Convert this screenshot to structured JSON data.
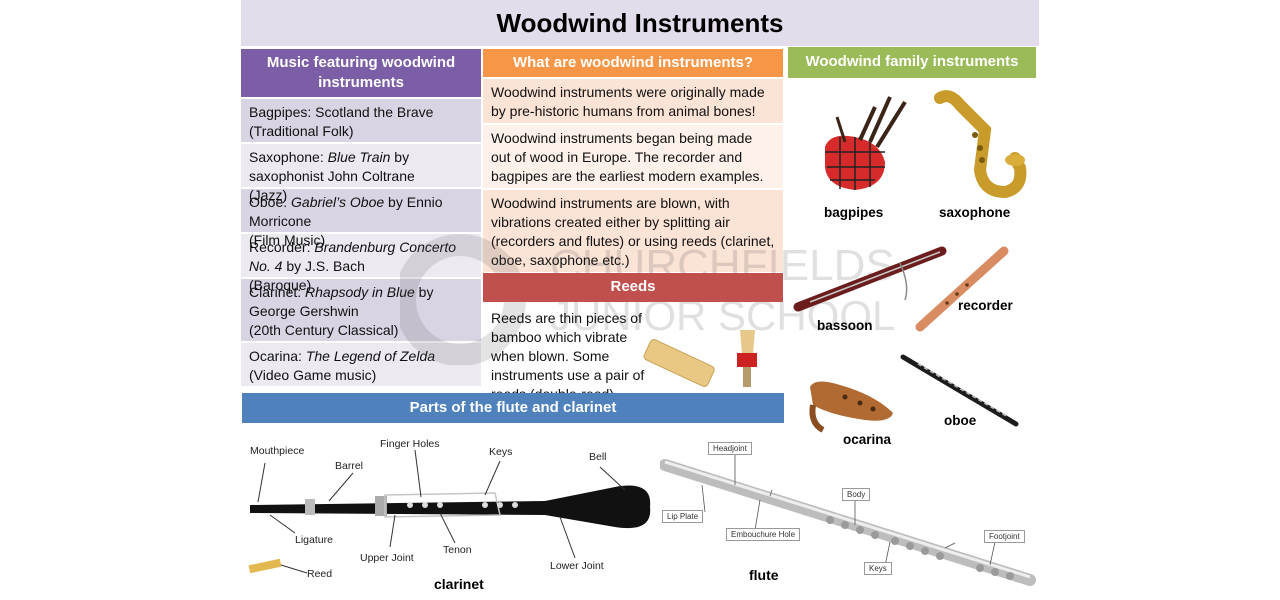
{
  "title": "Woodwind Instruments",
  "music": {
    "header": "Music featuring woodwind instruments",
    "items": [
      {
        "instrument": "Bagpipes:",
        "work": "Scotland the Brave",
        "italic": false,
        "by": "",
        "genre": "(Traditional Folk)"
      },
      {
        "instrument": "Saxophone:",
        "work": "Blue Train",
        "italic": true,
        "by": "by saxophonist John Coltrane",
        "genre": "(Jazz)"
      },
      {
        "instrument": "Oboe:",
        "work": "Gabriel’s Oboe",
        "italic": true,
        "by": "by Ennio Morricone",
        "genre": "(Film Music)"
      },
      {
        "instrument": "Recorder:",
        "work": "Brandenburg Concerto No. 4",
        "italic": true,
        "by": "by J.S. Bach",
        "genre": "(Baroque)"
      },
      {
        "instrument": "Clarinet:",
        "work": "Rhapsody in Blue",
        "italic": true,
        "by": "by George Gershwin",
        "genre": "(20th Century Classical)"
      },
      {
        "instrument": "Ocarina:",
        "work": "The Legend of Zelda",
        "italic": true,
        "by": "",
        "genre": "(Video Game music)"
      }
    ]
  },
  "what": {
    "header": "What are woodwind instruments?",
    "p1": "Woodwind instruments were originally made by pre-historic humans from animal bones!",
    "p2": "Woodwind instruments began being made out of wood in Europe. The recorder and bagpipes are the earliest modern examples.",
    "p3": "Woodwind instruments are blown, with vibrations created either by splitting air (recorders and flutes) or using reeds (clarinet, oboe, saxophone etc.)"
  },
  "reeds": {
    "header": "Reeds",
    "text": "Reeds are thin pieces of bamboo which vibrate when blown. Some instruments use a pair of reeds (double-reed)."
  },
  "family": {
    "header": "Woodwind  family instruments",
    "labels": {
      "bagpipes": "bagpipes",
      "saxophone": "saxophone",
      "bassoon": "bassoon",
      "recorder": "recorder",
      "ocarina": "ocarina",
      "oboe": "oboe"
    }
  },
  "parts": {
    "header": "Parts of the flute and clarinet",
    "clarinet_label": "clarinet",
    "flute_label": "flute",
    "clarinet_parts": {
      "mouthpiece": "Mouthpiece",
      "barrel": "Barrel",
      "finger_holes": "Finger Holes",
      "keys": "Keys",
      "bell": "Bell",
      "ligature": "Ligature",
      "upper_joint": "Upper Joint",
      "tenon": "Tenon",
      "lower_joint": "Lower Joint",
      "reed": "Reed"
    },
    "flute_parts": {
      "headjoint": "Headjoint",
      "body": "Body",
      "lip_plate": "Lip Plate",
      "embouchure_hole": "Embouchure Hole",
      "footjoint": "Footjoint",
      "keys": "Keys"
    }
  },
  "watermark": {
    "line1": "CHURCHFIELDS",
    "line2": "JUNIOR SCHOOL"
  },
  "colors": {
    "purple": "#7b5ea6",
    "orange": "#f79646",
    "green": "#9bbb59",
    "red": "#c0504d",
    "blue": "#4f81bd",
    "lavender": "#d9d4e4",
    "peach": "#fbe3d6"
  }
}
